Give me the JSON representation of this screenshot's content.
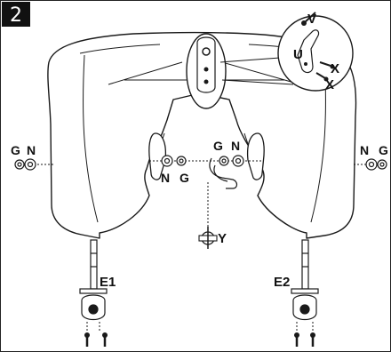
{
  "step_number": "2",
  "labels": {
    "v": "V",
    "u": "U",
    "x_upper": "X",
    "x_lower": "X",
    "g_left": "G",
    "n_left": "N",
    "n_center_left": "N",
    "g_center_left": "G",
    "g_center_right": "G",
    "n_center_right": "N",
    "n_right": "N",
    "g_right": "G",
    "y": "Y",
    "e1": "E1",
    "e2": "E2"
  },
  "colors": {
    "badge": "#111111",
    "line": "#1a1a1a",
    "fill": "#ffffff"
  },
  "icons": [
    "screw-icon",
    "nut-icon",
    "washer-icon",
    "bracket-icon",
    "knob-icon",
    "bolt-icon"
  ]
}
